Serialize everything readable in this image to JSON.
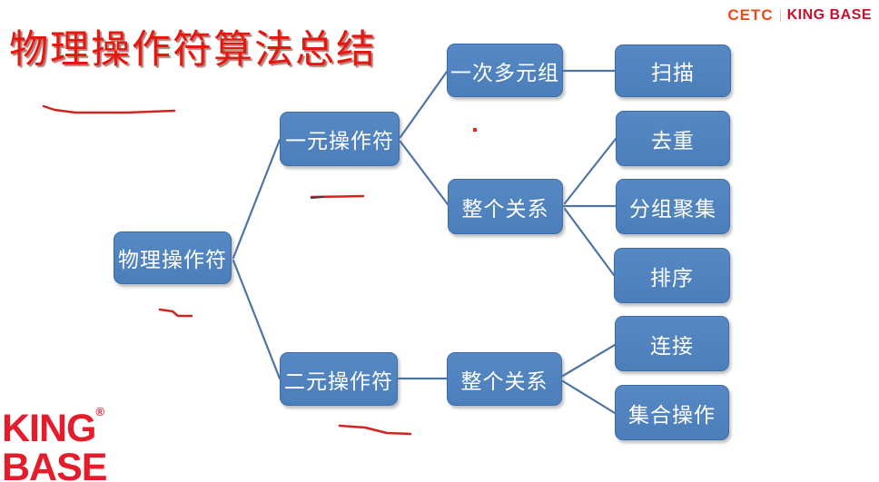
{
  "slide": {
    "title": "物理操作符算法总结"
  },
  "header_logo": {
    "cetc": "CETC",
    "kingbase": "KING BASE"
  },
  "footer_logo": {
    "line1": "KING",
    "reg_mark": "®",
    "line2": "BASE"
  },
  "diagram": {
    "nodes": {
      "root": {
        "label": "物理操作符"
      },
      "unary": {
        "label": "一元操作符"
      },
      "binary": {
        "label": "二元操作符"
      },
      "tuple_at_a_time": {
        "label": "一次多元组"
      },
      "unary_whole_relation": {
        "label": "整个关系"
      },
      "binary_whole_relation": {
        "label": "整个关系"
      },
      "scan": {
        "label": "扫描"
      },
      "distinct": {
        "label": "去重"
      },
      "group_aggregate": {
        "label": "分组聚集"
      },
      "sort": {
        "label": "排序"
      },
      "join": {
        "label": "连接"
      },
      "set_operation": {
        "label": "集合操作"
      }
    },
    "edges": [
      [
        "root",
        "unary"
      ],
      [
        "root",
        "binary"
      ],
      [
        "unary",
        "tuple_at_a_time"
      ],
      [
        "unary",
        "unary_whole_relation"
      ],
      [
        "tuple_at_a_time",
        "scan"
      ],
      [
        "unary_whole_relation",
        "distinct"
      ],
      [
        "unary_whole_relation",
        "group_aggregate"
      ],
      [
        "unary_whole_relation",
        "sort"
      ],
      [
        "binary",
        "binary_whole_relation"
      ],
      [
        "binary_whole_relation",
        "join"
      ],
      [
        "binary_whole_relation",
        "set_operation"
      ]
    ]
  },
  "annotations": {
    "pen_color": "#d42420",
    "marks": [
      "underline-below-title",
      "underline-below-unary-node",
      "tick-below-root-node",
      "dot-above-whole-relation-node",
      "underline-below-binary-node"
    ]
  },
  "colors": {
    "node_fill": "#4d81bd",
    "node_border": "#3d6da8",
    "connector": "#4e74a4",
    "title_red": "#e5170f",
    "annotation_red": "#d42420",
    "header_cetc_orange": "#ea4a18",
    "header_kingbase_red": "#c8102e",
    "footer_logo_red": "#e41d2d"
  }
}
